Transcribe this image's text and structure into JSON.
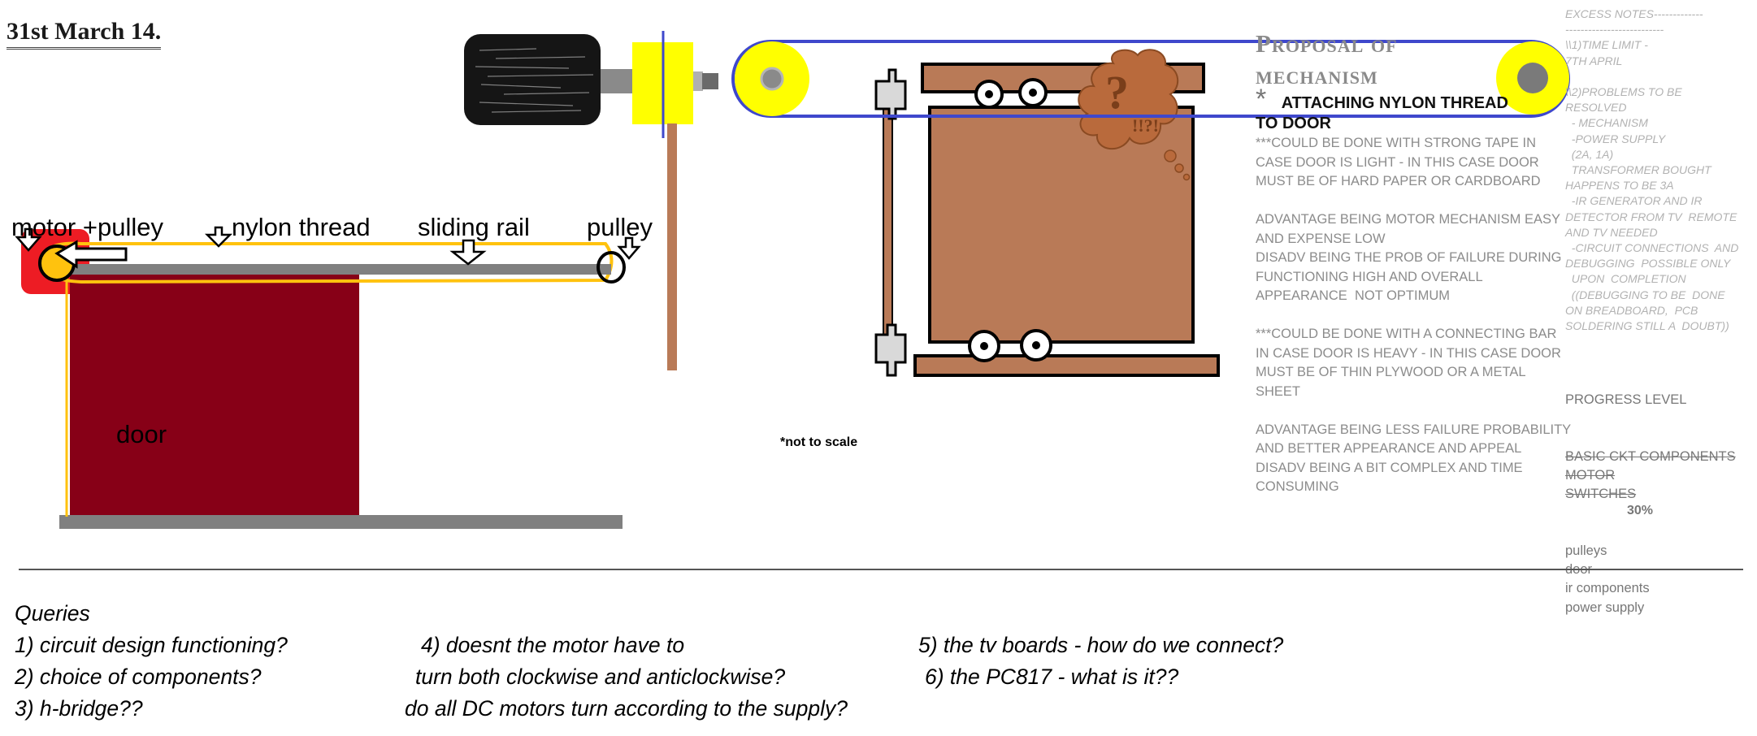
{
  "date": "31st March 14.",
  "sketch_labels": {
    "motor_pulley": "motor +pulley",
    "nylon_thread": "nylon thread",
    "sliding_rail": "sliding rail",
    "pulley": "pulley",
    "door": "door"
  },
  "not_to_scale": "*not to scale",
  "thought_bubble": {
    "main": "?",
    "sub": "!!?!"
  },
  "proposal": {
    "title_line1": "Proposal of",
    "title_line2": "mechanism",
    "star": "*",
    "heading_line1": "ATTACHING NYLON THREAD",
    "heading_line2": "TO DOOR",
    "body": [
      "***COULD BE DONE WITH STRONG TAPE IN",
      "CASE DOOR IS LIGHT - IN THIS CASE DOOR",
      "MUST BE OF HARD PAPER OR CARDBOARD",
      "",
      "ADVANTAGE BEING MOTOR MECHANISM EASY",
      "AND EXPENSE LOW",
      "DISADV BEING THE PROB OF FAILURE DURING",
      "FUNCTIONING HIGH AND OVERALL",
      "APPEARANCE  NOT OPTIMUM",
      "",
      "***COULD BE DONE WITH A CONNECTING BAR",
      "IN CASE DOOR IS HEAVY - IN THIS CASE DOOR",
      "MUST BE OF THIN PLYWOOD OR A METAL",
      "SHEET",
      "",
      "ADVANTAGE BEING LESS FAILURE PROBABILITY",
      "AND BETTER APPEARANCE AND APPEAL",
      "DISADV BEING A BIT COMPLEX AND TIME",
      "CONSUMING"
    ]
  },
  "excess_notes": [
    "EXCESS NOTES-------------",
    "--------------------------",
    "\\\\1)TIME LIMIT -",
    "7TH APRIL",
    "",
    "\\\\2)PROBLEMS TO BE",
    "RESOLVED",
    "  - MECHANISM",
    "  -POWER SUPPLY",
    "  (2A, 1A)",
    "  TRANSFORMER BOUGHT",
    "HAPPENS TO BE 3A",
    "  -IR GENERATOR AND IR",
    "DETECTOR FROM TV  REMOTE",
    "AND TV NEEDED",
    "  -CIRCUIT CONNECTIONS  AND",
    "DEBUGGING  POSSIBLE ONLY",
    "  UPON  COMPLETION",
    "  ((DEBUGGING TO BE  DONE",
    "ON BREADBOARD,  PCB",
    "SOLDERING STILL A  DOUBT))"
  ],
  "progress": {
    "title": "PROGRESS LEVEL",
    "done": [
      "BASIC CKT COMPONENTS",
      "MOTOR",
      "SWITCHES"
    ],
    "pending": [
      "pulleys",
      "door",
      "ir components",
      "power supply"
    ],
    "percent": "30%"
  },
  "queries": {
    "title": "Queries",
    "col1": [
      "1) circuit design functioning?",
      "2) choice of components?",
      "3) h-bridge??"
    ],
    "col2": [
      "4) doesnt the motor have to",
      "turn both clockwise and anticlockwise?",
      "do all DC motors turn according to the supply?"
    ],
    "col3": [
      "5) the tv boards - how do we connect?",
      "6) the PC817 - what is it??"
    ]
  },
  "colors": {
    "door": "#870017",
    "rail": "#808080",
    "thread": "#ffc20e",
    "motor_box": "#ed1c24",
    "pulley_yellow": "#ffff00",
    "belt_blue": "#3f48cc",
    "wood": "#b97a57",
    "cloud": "#b96a3c"
  }
}
